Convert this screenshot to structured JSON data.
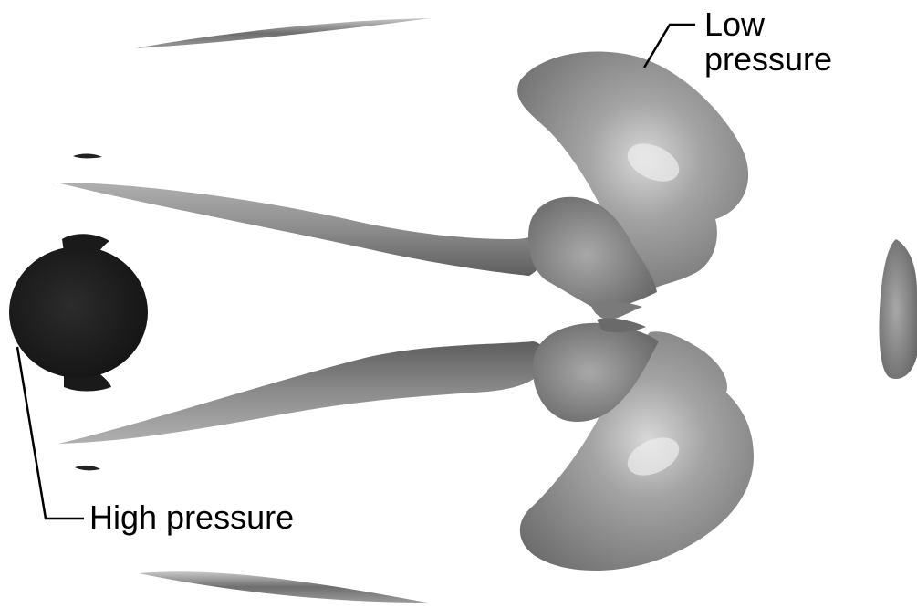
{
  "labels": {
    "low_line1": "Low",
    "low_line2": "pressure",
    "high": "High pressure"
  },
  "colors": {
    "low_pressure_surface": "#8a8a8a",
    "high_pressure_surface": "#1e1e1e",
    "background": "#ffffff"
  }
}
